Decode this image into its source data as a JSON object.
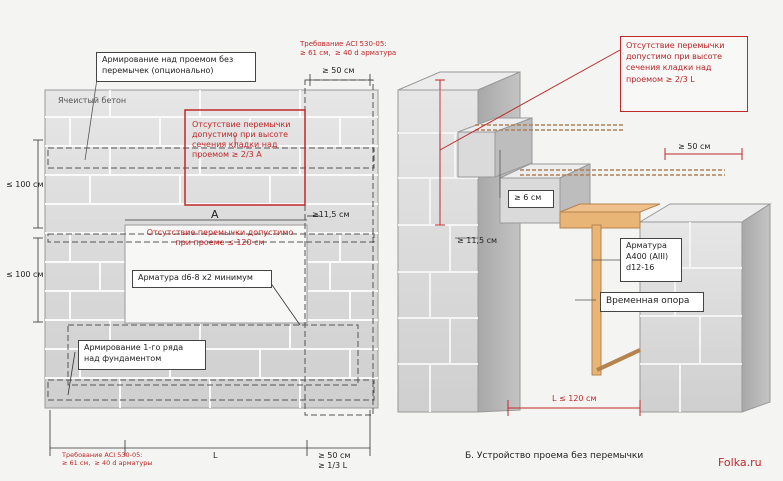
{
  "left_diagram": {
    "material_label": "Ячеистый бетон",
    "optional_reinforcement": "Армирование над проемом без перемычек (опционально)",
    "aci_top": "Требование ACI 530-05:\n≥ 61 см,  ≥ 40 d арматура",
    "dim_50_top": "≥ 50 см",
    "no_lintel_red": "Отсутствие перемычки допустимо при высоте сечения кладки над проемом ≥ 2/3 A",
    "dim_100_upper": "≤ 100 см",
    "dim_100_lower": "≤ 100 см",
    "dim_A": "A",
    "dim_115": "≥11,5 см",
    "span_120_red": "Отсутствие перемычки допустимо при проеме ≤ 120 см",
    "rebar_box": "Арматура d6-8 x2 минимум",
    "first_row_box": "Армирование 1-го ряда над фундаментом",
    "aci_bottom": "Требование ACI 530-05:\n≥ 61 см,  ≥ 40 d арматуры",
    "dim_L": "L",
    "dim_50_bottom": "≥ 50 см\n≥ 1/3 L"
  },
  "right_diagram": {
    "no_lintel_red": "Отсутствие перемычки допустимо при высоте сечения кладки над проемом ≥ 2/3 L",
    "dim_50": "≥ 50 см",
    "dim_6": "≥ 6 см",
    "dim_115": "≥ 11,5 см",
    "rebar_box": "Арматура\nА400 (AIII)\nd12-16",
    "temp_support": "Временная опора",
    "span_L": "L ≤ 120 см",
    "caption": "Б. Устройство проема без перемычки"
  },
  "watermark": "Folka.ru",
  "colors": {
    "red": "#c0282a",
    "block": "#d9d9d9",
    "mortar": "#eeeeee",
    "wood": "#e8b577"
  }
}
